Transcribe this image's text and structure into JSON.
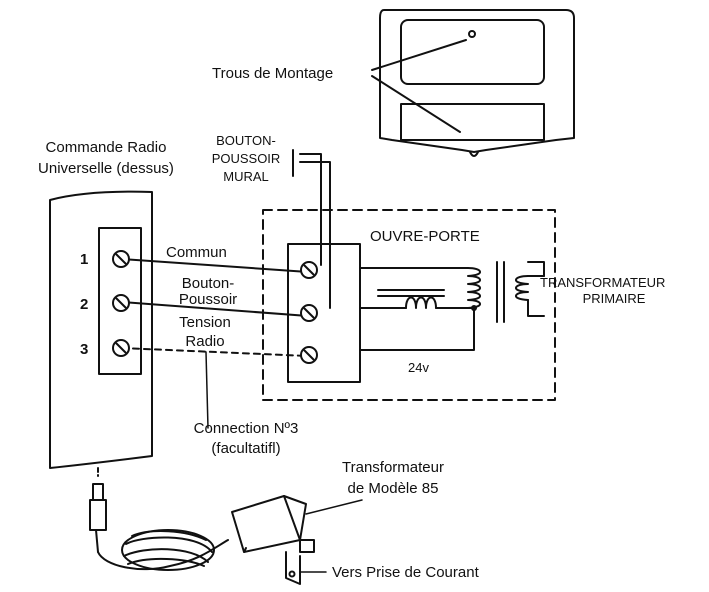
{
  "labels": {
    "mounting_holes": "Trous de Montage",
    "remote_line1": "Commande Radio",
    "remote_line2": "Universelle (dessus)",
    "button_line1": "BOUTON-",
    "button_line2": "POUSSOIR",
    "button_line3": "MURAL",
    "opener": "OUVRE-PORTE",
    "transformer_line1": "TRANSFORMATEUR",
    "transformer_line2": "PRIMAIRE",
    "common": "Commun",
    "pushbutton_line1": "Bouton-",
    "pushbutton_line2": "Poussoir",
    "radio_voltage_line1": "Tension",
    "radio_voltage_line2": "Radio",
    "voltage": "24v",
    "connection_line1": "Connection Nº3",
    "connection_line2": "(facultatifl)",
    "model_line1": "Transformateur",
    "model_line2": "de Modèle 85",
    "outlet": "Vers Prise de Courant"
  },
  "terminals": [
    "1",
    "2",
    "3"
  ],
  "colors": {
    "line": "#111111",
    "background": "#ffffff"
  }
}
